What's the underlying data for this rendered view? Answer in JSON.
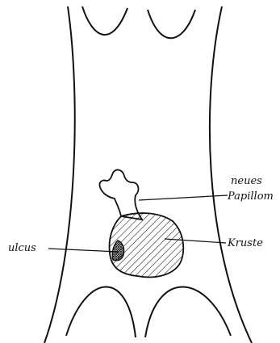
{
  "labels": {
    "papilloma_line1": "neues",
    "papilloma_line2": "Papillom",
    "crust": "Kruste",
    "ulcer": "ulcus"
  },
  "colors": {
    "ink": "#111111",
    "paper": "#ffffff"
  }
}
